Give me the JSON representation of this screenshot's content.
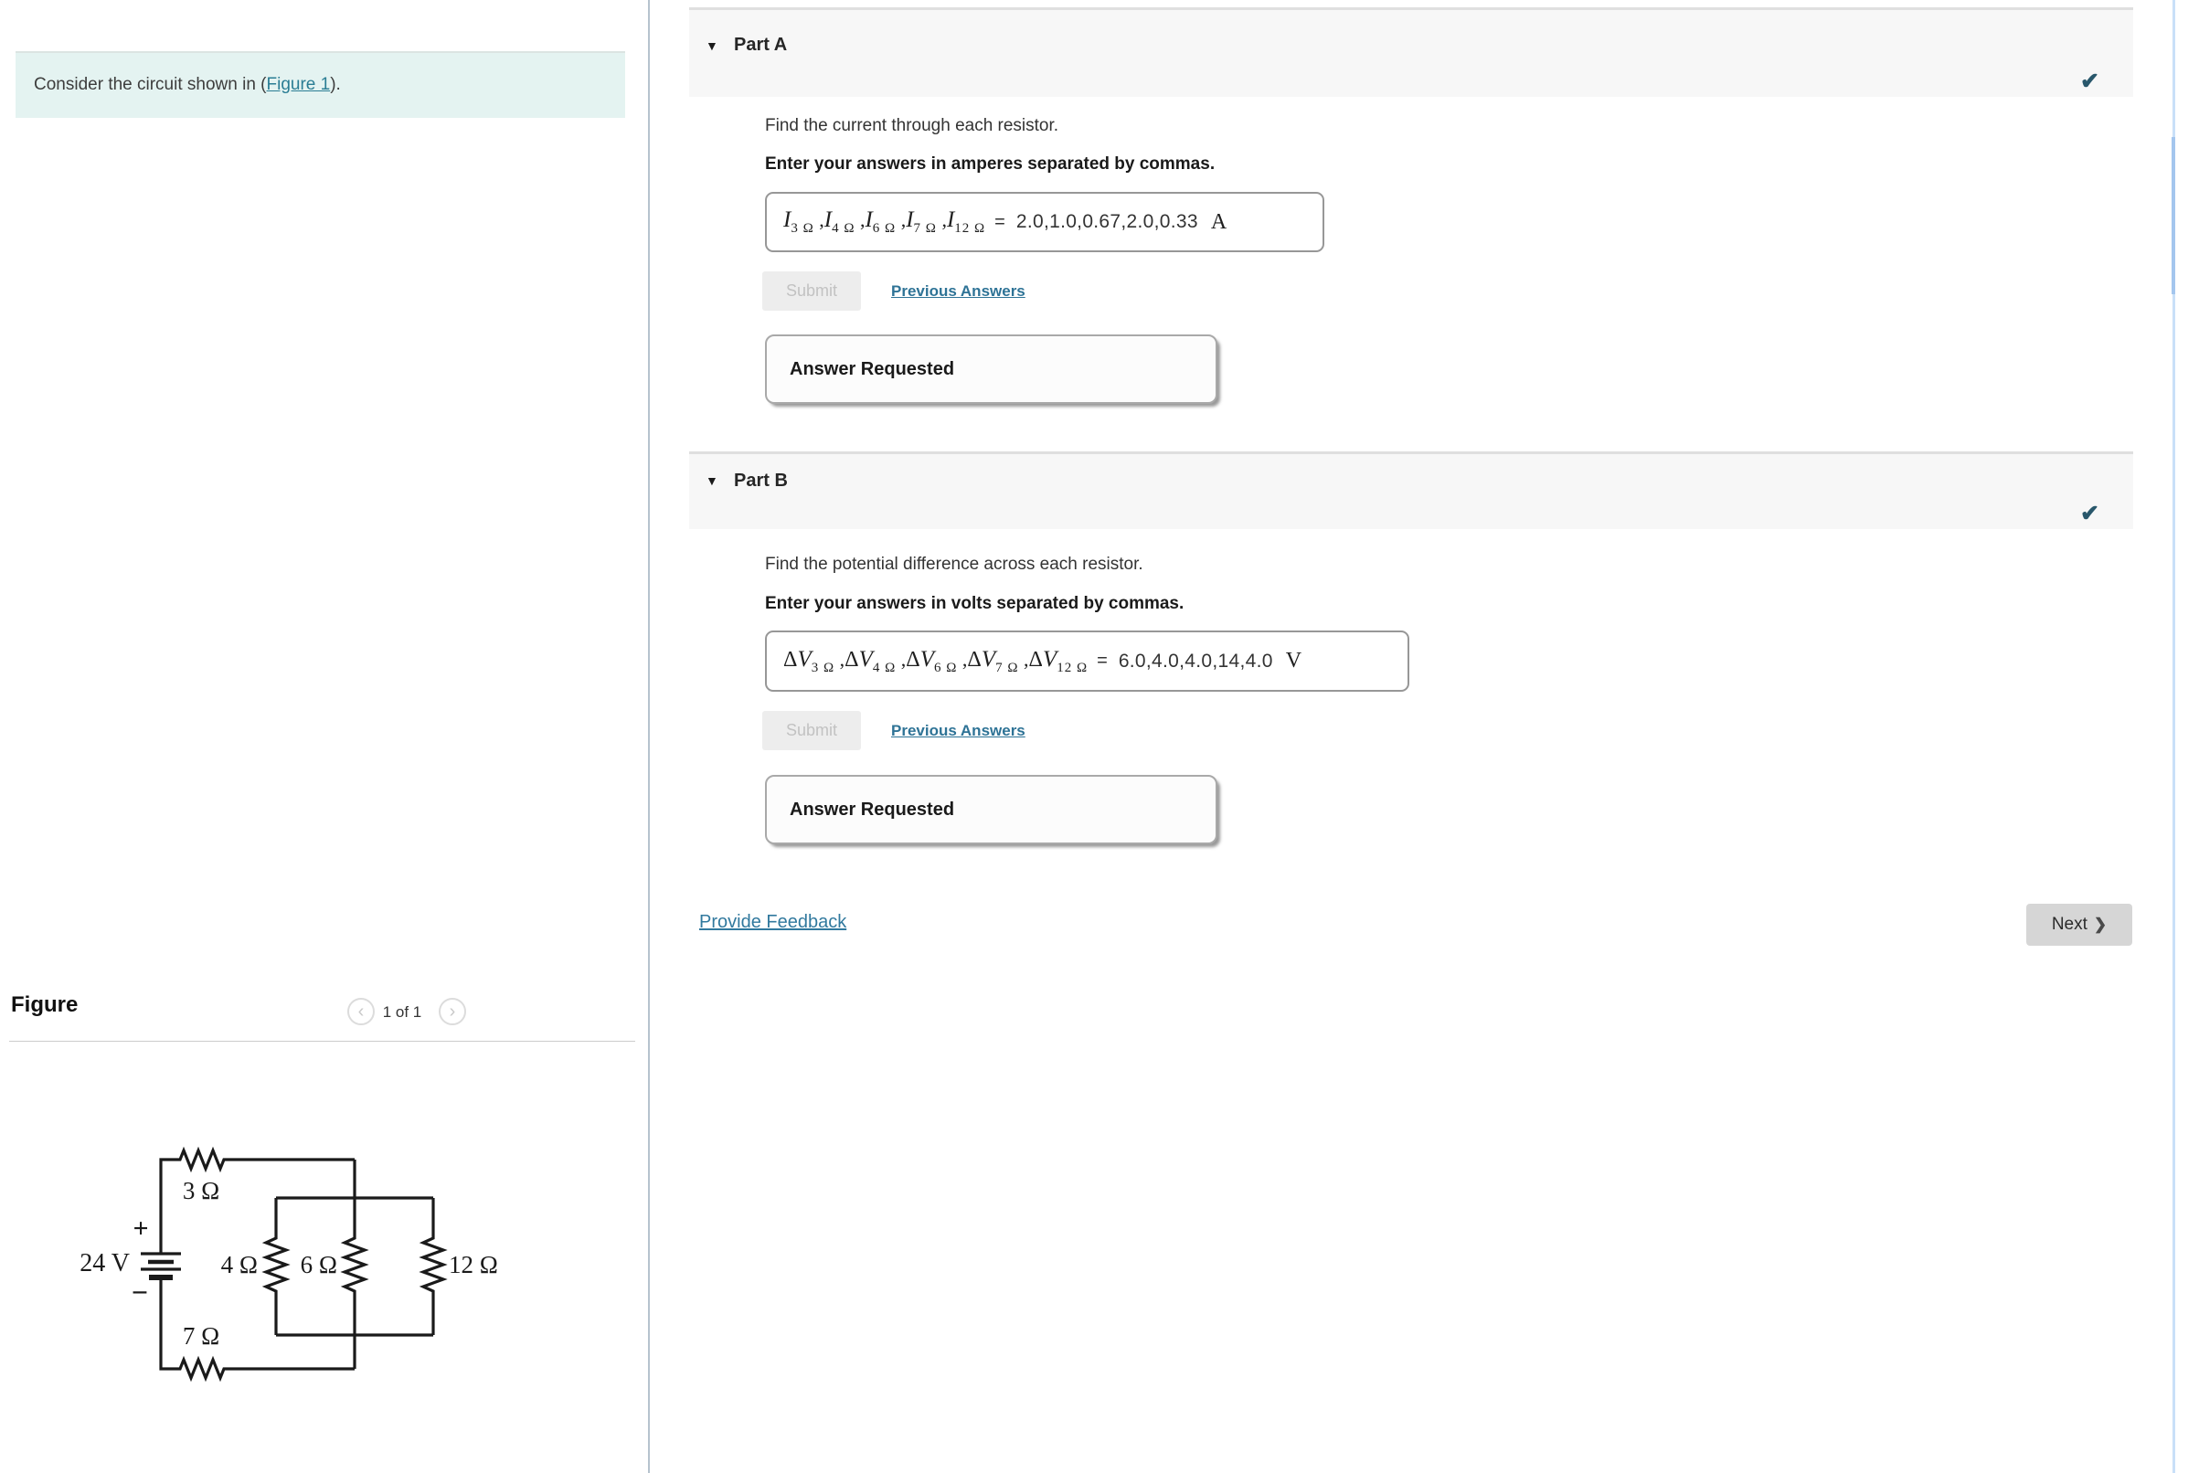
{
  "colors": {
    "info_bg": "#e4f3f1",
    "link": "#2e7396",
    "check": "#28576b",
    "part_header_bg": "#f7f7f7",
    "scrollbar_track": "#c9e0f8",
    "scrollbar_thumb": "#a4c6ee"
  },
  "icons": {
    "collapse": "▼",
    "check": "✔",
    "pager_prev": "‹",
    "pager_next": "›",
    "next_chevron": "❯"
  },
  "left_panel": {
    "intro": {
      "prefix": "Consider the circuit shown in (",
      "link_label": "Figure 1",
      "suffix": ")."
    },
    "figure_header": {
      "title": "Figure",
      "pagination": "1 of 1"
    },
    "circuit": {
      "battery_label": "24 V",
      "plus": "+",
      "minus": "−",
      "resistor_top": "3 Ω",
      "resistor_left": "4 Ω",
      "resistor_middle": "6 Ω",
      "resistor_right": "12 Ω",
      "resistor_bottom": "7 Ω"
    }
  },
  "parts": [
    {
      "id": "A",
      "title": "Part A",
      "prompt": "Find the current through each resistor.",
      "instruction": "Enter your answers in amperes separated by commas.",
      "terms": [
        {
          "pre": "",
          "sym": "I",
          "sub": "3 Ω",
          "sep": " , "
        },
        {
          "pre": "",
          "sym": "I",
          "sub": "4 Ω",
          "sep": " , "
        },
        {
          "pre": "",
          "sym": "I",
          "sub": "6 Ω",
          "sep": " , "
        },
        {
          "pre": "",
          "sym": "I",
          "sub": "7 Ω",
          "sep": " , "
        },
        {
          "pre": "",
          "sym": "I",
          "sub": "12 Ω",
          "sep": ""
        }
      ],
      "equals": "=",
      "value": "2.0,1.0,0.67,2.0,0.33",
      "unit": "A",
      "submit_label": "Submit",
      "previous_answers_label": "Previous Answers",
      "status": "Answer Requested"
    },
    {
      "id": "B",
      "title": "Part B",
      "prompt": "Find the potential difference across each resistor.",
      "instruction": "Enter your answers in volts separated by commas.",
      "terms": [
        {
          "pre": "Δ",
          "sym": "V",
          "sub": "3 Ω",
          "sep": " , "
        },
        {
          "pre": "Δ",
          "sym": "V",
          "sub": "4 Ω",
          "sep": " , "
        },
        {
          "pre": "Δ",
          "sym": "V",
          "sub": "6 Ω",
          "sep": " , "
        },
        {
          "pre": "Δ",
          "sym": "V",
          "sub": "7 Ω",
          "sep": " , "
        },
        {
          "pre": "Δ",
          "sym": "V",
          "sub": "12 Ω",
          "sep": ""
        }
      ],
      "equals": "=",
      "value": "6.0,4.0,4.0,14,4.0",
      "unit": "V",
      "submit_label": "Submit",
      "previous_answers_label": "Previous Answers",
      "status": "Answer Requested"
    }
  ],
  "footer": {
    "feedback_label": "Provide Feedback",
    "next_label": "Next"
  }
}
